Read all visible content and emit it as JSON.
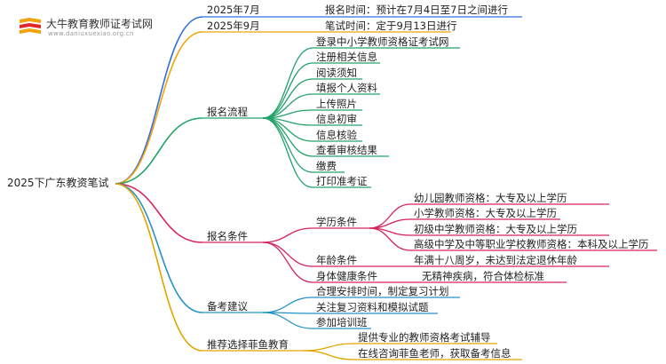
{
  "logo": {
    "title": "大牛教育教师证考试网",
    "url": "www.daniuxuexiao.org.cn",
    "icon": "book-stack-icon"
  },
  "root": "2025下广东教资笔试",
  "colors": {
    "blue": "#2f6fde",
    "orange": "#f0a30a",
    "green": "#22a36a",
    "red": "#d6245b",
    "cyan": "#2492c8",
    "yellow": "#e2a500"
  },
  "branches": {
    "registration_time": {
      "date": "2025年7月",
      "detail": "报名时间：预计在7月4日至7日之间进行"
    },
    "exam_time": {
      "date": "2025年9月",
      "detail": "笔试时间：定于9月13日进行"
    },
    "process": {
      "label": "报名流程",
      "steps": [
        "登录中小学教师资格证考试网",
        "注册相关信息",
        "阅读须知",
        "填报个人资料",
        "上传照片",
        "信息初审",
        "信息核验",
        "查看审核结果",
        "缴费",
        "打印准考证"
      ]
    },
    "conditions": {
      "label": "报名条件",
      "education": {
        "label": "学历条件",
        "items": [
          "幼儿园教师资格：大专及以上学历",
          "小学教师资格：大专及以上学历",
          "初级中学教师资格：大专及以上学历",
          "高级中学及中等职业学校教师资格：本科及以上学历"
        ]
      },
      "age": {
        "label": "年龄条件",
        "detail": "年满十八周岁，未达到法定退休年龄"
      },
      "health": {
        "label": "身体健康条件",
        "detail": "无精神疾病，符合体检标准"
      }
    },
    "advice": {
      "label": "备考建议",
      "items": [
        "合理安排时间，制定复习计划",
        "关注复习资料和模拟试题",
        "参加培训班"
      ]
    },
    "recommend": {
      "label": "推荐选择菲鱼教育",
      "items": [
        "提供专业的教师资格考试辅导",
        "在线咨询菲鱼老师，获取备考信息"
      ]
    }
  }
}
